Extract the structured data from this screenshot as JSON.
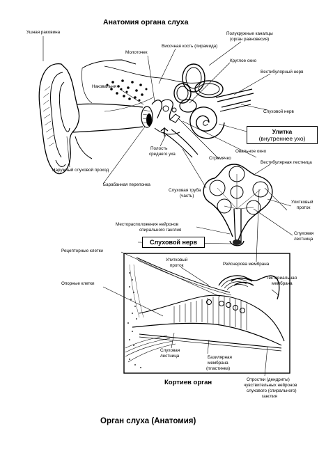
{
  "title_top": "Анатомия органа слуха",
  "caption_bottom": "Орган слуха (Анатомия)",
  "organ_title": "Кортиев орган",
  "labels": {
    "ushnaya_rakovina": "Ушная раковина",
    "polukruzhnye_1": "Полукружные каналцы",
    "polukruzhnye_2": "(орган равновесия)",
    "visochnaya": "Височная кость (пирамида)",
    "molotochek": "Молоточек",
    "krugloe_okno": "Круглое окно",
    "nakovalnya": "Наковальня",
    "vestibulyarny_nerv": "Вестибулярный нерв",
    "sluhovoy_nerv_small": "Слуховой нерв",
    "ulitka_1": "Улитка",
    "ulitka_2": "(внутреннее ухо)",
    "ovalnoe_okno": "Овальное окно",
    "polost_1": "Полость",
    "polost_2": "среднего уха",
    "naruzhny_prohod": "Наружный слуховой проход",
    "stremyachko": "Стремячко",
    "vestibulyarnaya_lestnica": "Вестибулярная лестница",
    "barabannaya": "Барабанная перепонка",
    "sluhovaya_truba_1": "Слуховая  труба",
    "sluhovaya_truba_2": "(часть)",
    "ulitkovy_protok_1": "Улитковый",
    "ulitkovy_protok_2": "проток",
    "mestoraspolozhenie_1": "Месторасположения нейронов",
    "mestoraspolozhenie_2": "спирального ганглия",
    "sluhovaya_lestnica_r1": "Слуховая",
    "sluhovaya_lestnica_r2": "лестница",
    "sluhovoy_nerv_box": "Слуховой нерв",
    "receptornye": "Рецепторные клетки",
    "ulitkovy_protok_mid_1": "Улитковый",
    "ulitkovy_protok_mid_2": "проток",
    "reysnerova": "Рейснерова мембрана",
    "tektorialnaya_1": "Текториальная",
    "tektorialnaya_2": "мембрана",
    "opornye": "Опорные клетки",
    "sluhovaya_lestnica_b1": "Слуховая",
    "sluhovaya_lestnica_b2": "лестница",
    "bazilyarnaya_1": "Базилярная",
    "bazilyarnaya_2": "мембрана",
    "bazilyarnaya_3": "(пластинка)",
    "otrostki_1": "Отростки (дендриты)",
    "otrostki_2": "чувствительных нейронов",
    "otrostki_3": "слухового (спирального)",
    "otrostki_4": "ганглия"
  }
}
